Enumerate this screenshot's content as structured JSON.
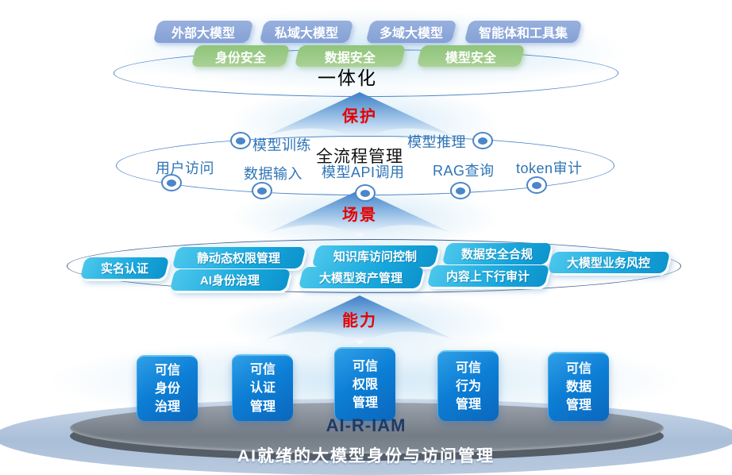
{
  "colors": {
    "model_pill_blue": "#8CA6D9",
    "security_pill_green": "#A3CB8E",
    "scenario_pill_teal_light": "#4CC7EC",
    "scenario_pill_teal_dark": "#0D93CC",
    "capability_box_blue": "#0D7FD6",
    "arrow_blue": "#3E7FC6",
    "stage_label_red": "#E60000",
    "flow_item_blue": "#2E74B5",
    "ellipse_stroke": "#4F86C6",
    "platform_name_navy": "#1E3A66",
    "platform_disc_gray": "#737B84",
    "platform_base_blue": "#B7C8DD"
  },
  "model_layer": {
    "pills": [
      "外部大模型",
      "私域大模型",
      "多域大模型",
      "智能体和工具集"
    ]
  },
  "unified_layer": {
    "label": "一体化",
    "pills": [
      "身份安全",
      "数据安全",
      "模型安全"
    ]
  },
  "stages": {
    "protect": "保护",
    "scenario": "场景",
    "capability": "能力"
  },
  "process_layer": {
    "title": "全流程管理",
    "items": [
      "模型训练",
      "模型推理",
      "用户访问",
      "数据输入",
      "模型API调用",
      "RAG查询",
      "token审计"
    ]
  },
  "scenario_layer": {
    "pills": [
      "实名认证",
      "静动态权限管理",
      "知识库访问控制",
      "数据安全合规",
      "大模型业务风控",
      "AI身份治理",
      "大模型资产管理",
      "内容上下行审计"
    ]
  },
  "capability_layer": {
    "boxes": [
      "可信\n身份\n治理",
      "可信\n认证\n管理",
      "可信\n权限\n管理",
      "可信\n行为\n管理",
      "可信\n数据\n管理"
    ]
  },
  "platform": {
    "name": "AI-R-IAM",
    "subtitle": "AI就绪的大模型身份与访问管理"
  }
}
